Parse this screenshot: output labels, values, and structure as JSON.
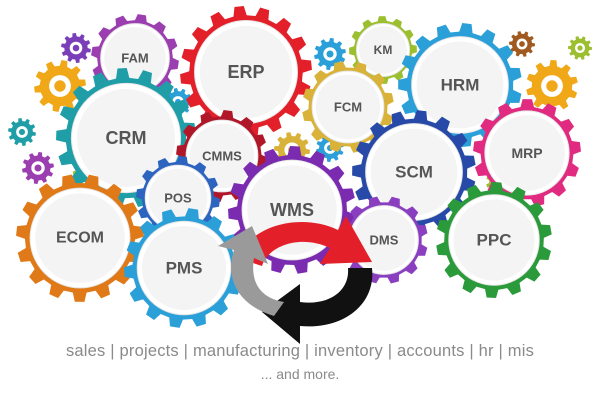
{
  "gears": [
    {
      "id": "fam",
      "label": "FAM",
      "color": "#9b3fb0"
    },
    {
      "id": "erp",
      "label": "ERP",
      "color": "#e3202a"
    },
    {
      "id": "km",
      "label": "KM",
      "color": "#9bbf2f"
    },
    {
      "id": "hrm",
      "label": "HRM",
      "color": "#2a9fd8"
    },
    {
      "id": "fcm",
      "label": "FCM",
      "color": "#d9b23a"
    },
    {
      "id": "crm",
      "label": "CRM",
      "color": "#1f9ea8"
    },
    {
      "id": "cmms",
      "label": "CMMS",
      "color": "#b0182a"
    },
    {
      "id": "mrp",
      "label": "MRP",
      "color": "#e02b80"
    },
    {
      "id": "scm",
      "label": "SCM",
      "color": "#2749a8"
    },
    {
      "id": "pos",
      "label": "POS",
      "color": "#2d64c0"
    },
    {
      "id": "wms",
      "label": "WMS",
      "color": "#7a2bb0"
    },
    {
      "id": "ecom",
      "label": "ECOM",
      "color": "#e07a18"
    },
    {
      "id": "pms",
      "label": "PMS",
      "color": "#2a9fd8"
    },
    {
      "id": "dms",
      "label": "DMS",
      "color": "#8a3fc0"
    },
    {
      "id": "ppc",
      "label": "PPC",
      "color": "#2a9a3a"
    }
  ],
  "caption": {
    "line": "sales | projects | manufacturing | inventory | accounts | hr | mis",
    "more": "... and more."
  },
  "cycle_colors": {
    "red": "#e3202a",
    "black": "#111111",
    "gray": "#9a9a9a"
  }
}
